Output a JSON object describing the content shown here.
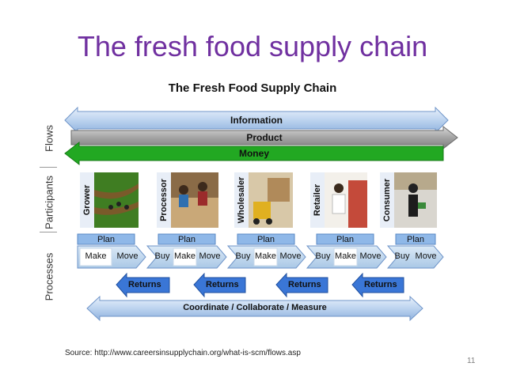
{
  "slide": {
    "title": "The fresh food supply chain",
    "source": "Source: http://www.careersinsupplychain.org/what-is-scm/flows.asp",
    "page_number": "11"
  },
  "diagram": {
    "title": "The Fresh Food Supply Chain",
    "side_labels": [
      "Flows",
      "Participants",
      "Processes"
    ],
    "flows": [
      "Information",
      "Product",
      "Money"
    ],
    "participants": [
      "Grower",
      "Processor",
      "Wholesaler",
      "Retailer",
      "Consumer"
    ],
    "plan_label": "Plan",
    "process_labels": {
      "make": "Make",
      "move": "Move",
      "buy": "Buy"
    },
    "returns_label": "Returns",
    "coordinate_label": "Coordinate / Collaborate / Measure"
  },
  "colors": {
    "title": "#7030a0",
    "information_arrow": "#bcd3ef",
    "product_arrow": "#9d9d9d",
    "money_arrow": "#22a822",
    "plan_box": "#8fb8e8",
    "returns_box": "#3a76d6"
  }
}
